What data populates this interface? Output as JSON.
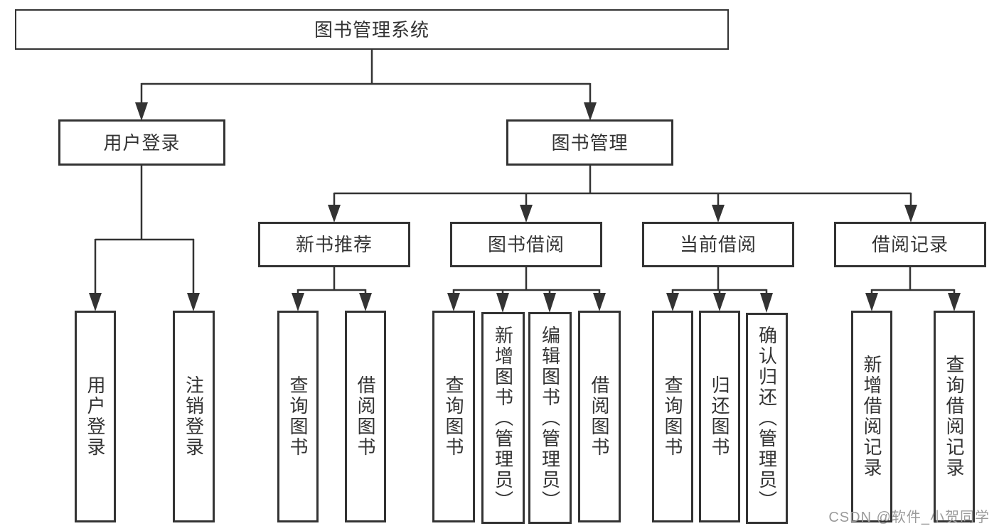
{
  "colors": {
    "line": "#333333",
    "text": "#333333",
    "watermark": "#9b9b9b",
    "box_background": "#ffffff",
    "page_background": "#ffffff"
  },
  "watermark": "CSDN @软件_小贺同学",
  "tree": {
    "root": {
      "label": "图书管理系统"
    },
    "branches": [
      {
        "label": "用户登录",
        "children": [
          "用户登录",
          "注销登录"
        ]
      },
      {
        "label": "图书管理",
        "groups": [
          {
            "label": "新书推荐",
            "children": [
              "查询图书",
              "借阅图书"
            ]
          },
          {
            "label": "图书借阅",
            "children": [
              "查询图书",
              "新增图书（管理员）",
              "编辑图书（管理员）",
              "借阅图书"
            ]
          },
          {
            "label": "当前借阅",
            "children": [
              "查询图书",
              "归还图书",
              "确认归还（管理员）"
            ]
          },
          {
            "label": "借阅记录",
            "children": [
              "新增借阅记录",
              "查询借阅记录"
            ]
          }
        ]
      }
    ]
  }
}
